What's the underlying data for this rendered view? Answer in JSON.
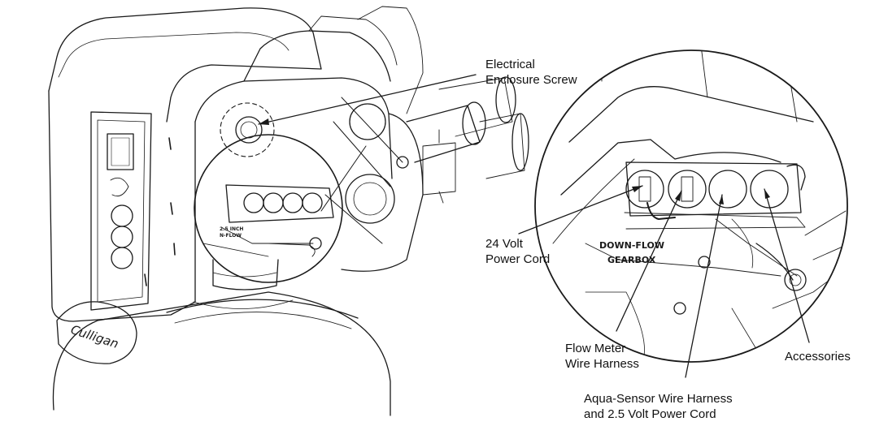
{
  "callouts": {
    "enclosure_screw": [
      "Electrical",
      "Enclosure Screw"
    ],
    "power_cord_24v": [
      "24 Volt",
      "Power Cord"
    ],
    "flow_meter": [
      "Flow Meter",
      "Wire Harness"
    ],
    "aqua_sensor": [
      "Aqua-Sensor Wire Harness",
      "and 2.5 Volt Power Cord"
    ],
    "accessories": [
      "Accessories"
    ]
  },
  "gearbox_label": [
    "DOWN-FLOW",
    "GEARBOX"
  ],
  "small_gearbox_label": [
    "2.5 INCH",
    "N-FLOW"
  ],
  "logo_text": "Culligan"
}
